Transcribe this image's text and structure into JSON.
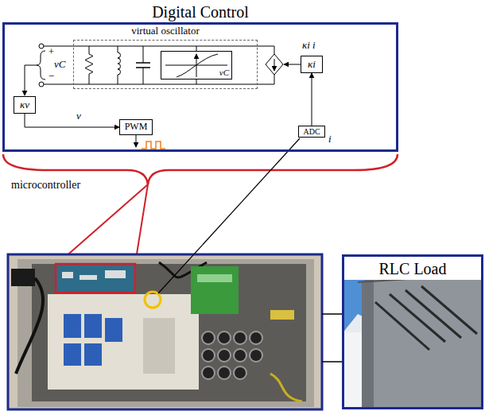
{
  "diagram": {
    "nodes": [
      {
        "text": [
          "Digital Control"
        ]
      },
      {
        "text": [
          "virtual oscillator"
        ],
        "in": 0
      },
      {
        "text": [
          "vC"
        ],
        "in": 1
      },
      {
        "text": [
          "κv"
        ],
        "in": 0
      },
      {
        "text": [
          "PWM"
        ],
        "in": 0
      },
      {
        "text": [
          "κi"
        ],
        "in": 0
      },
      {
        "text": [
          "ADC"
        ],
        "in": 0
      },
      {
        "text": [
          "RLC Load"
        ]
      }
    ],
    "edges": [
      {
        "from": 3,
        "to": 4,
        "arrow": "to"
      },
      {
        "from": 6,
        "to": 5,
        "arrow": "to"
      }
    ],
    "labels": [
      "+",
      "−",
      "vC",
      "v",
      "κi i",
      "i",
      "microcontroller"
    ]
  }
}
